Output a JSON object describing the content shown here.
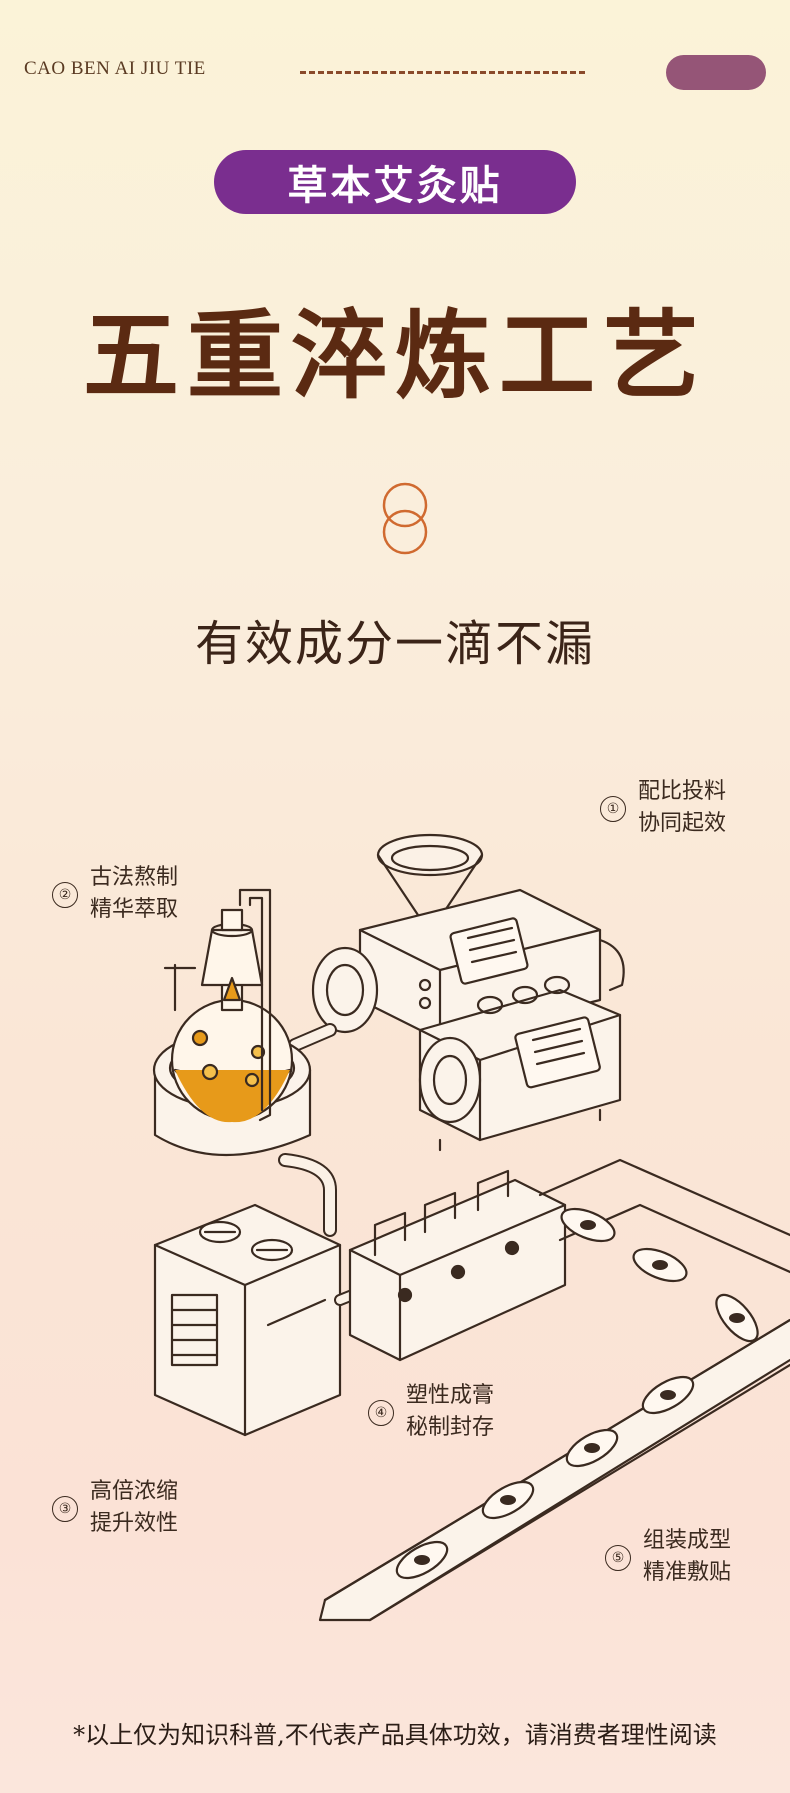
{
  "header": {
    "brand_en": "CAO BEN AI JIU TIE",
    "badge": "草本艾灸贴"
  },
  "headline": "五重淬炼工艺",
  "subtitle": "有效成分一滴不漏",
  "steps": [
    {
      "num": "①",
      "line1": "配比投料",
      "line2": "协同起效"
    },
    {
      "num": "②",
      "line1": "古法熬制",
      "line2": "精华萃取"
    },
    {
      "num": "③",
      "line1": "高倍浓缩",
      "line2": "提升效性"
    },
    {
      "num": "④",
      "line1": "塑性成膏",
      "line2": "秘制封存"
    },
    {
      "num": "⑤",
      "line1": "组装成型",
      "line2": "精准敷贴"
    }
  ],
  "disclaimer": "*以上仅为知识科普,不代表产品具体功效，请消费者理性阅读",
  "colors": {
    "badge": "#7a2e8f",
    "headline": "#5b2a12",
    "accent_ring": "#d06a30",
    "line_art": "#3a2a20",
    "liquid": "#e79a1a"
  }
}
